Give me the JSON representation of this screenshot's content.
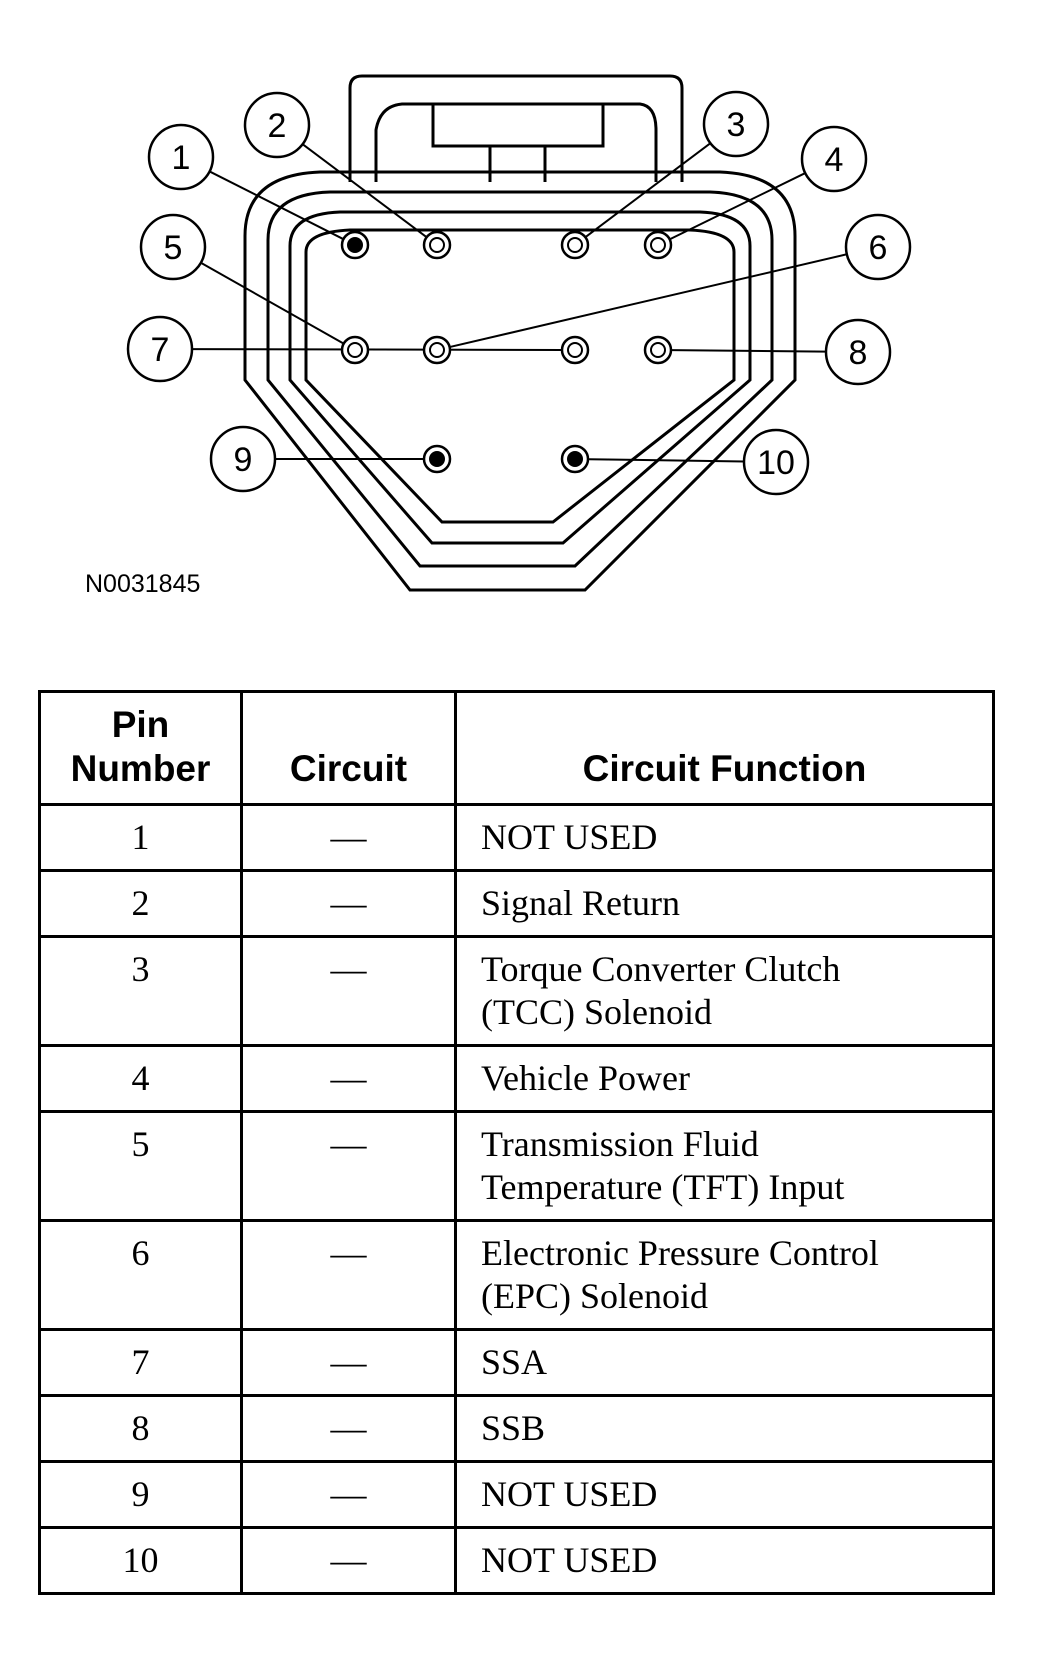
{
  "figure_id": "N0031845",
  "connector": {
    "pins": [
      {
        "number": "1",
        "state": "filled"
      },
      {
        "number": "2",
        "state": "open"
      },
      {
        "number": "3",
        "state": "open"
      },
      {
        "number": "4",
        "state": "open"
      },
      {
        "number": "5",
        "state": "open"
      },
      {
        "number": "6",
        "state": "open"
      },
      {
        "number": "7",
        "state": "open"
      },
      {
        "number": "8",
        "state": "open"
      },
      {
        "number": "9",
        "state": "filled"
      },
      {
        "number": "10",
        "state": "filled"
      }
    ]
  },
  "table": {
    "headers": {
      "pin_line1": "Pin",
      "pin_line2": "Number",
      "circuit": "Circuit",
      "function": "Circuit Function"
    },
    "rows": [
      {
        "pin": "1",
        "circuit": "—",
        "function_lines": [
          "NOT USED"
        ]
      },
      {
        "pin": "2",
        "circuit": "—",
        "function_lines": [
          "Signal Return"
        ]
      },
      {
        "pin": "3",
        "circuit": "—",
        "function_lines": [
          "Torque Converter Clutch",
          "(TCC) Solenoid"
        ]
      },
      {
        "pin": "4",
        "circuit": "—",
        "function_lines": [
          "Vehicle Power"
        ]
      },
      {
        "pin": "5",
        "circuit": "—",
        "function_lines": [
          "Transmission Fluid",
          "Temperature (TFT) Input"
        ]
      },
      {
        "pin": "6",
        "circuit": "—",
        "function_lines": [
          "Electronic Pressure Control",
          "(EPC) Solenoid"
        ]
      },
      {
        "pin": "7",
        "circuit": "—",
        "function_lines": [
          "SSA"
        ]
      },
      {
        "pin": "8",
        "circuit": "—",
        "function_lines": [
          "SSB"
        ]
      },
      {
        "pin": "9",
        "circuit": "—",
        "function_lines": [
          "NOT USED"
        ]
      },
      {
        "pin": "10",
        "circuit": "—",
        "function_lines": [
          "NOT USED"
        ]
      }
    ]
  }
}
